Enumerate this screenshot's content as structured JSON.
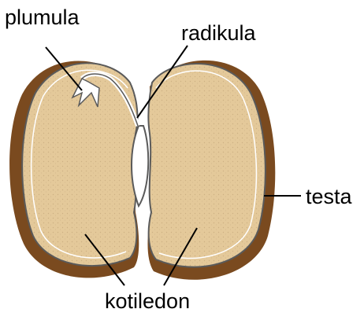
{
  "labels": {
    "plumula": "plumula",
    "radikula": "radikula",
    "testa": "testa",
    "kotiledon": "kotiledon"
  },
  "colors": {
    "testa_brown": "#7a4a1f",
    "cotyledon_fill": "#e4c99a",
    "outline": "#5a5a5a",
    "leader_line": "#000000"
  }
}
